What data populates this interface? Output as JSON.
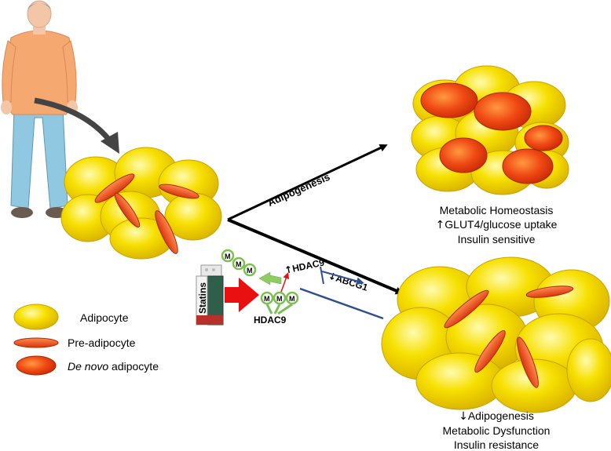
{
  "arrows": {
    "adipogenesis_label": "Adipogenesis"
  },
  "top_outcome": {
    "line1": "Metabolic Homeostasis",
    "line2_symbol": "↑",
    "line2_text": "GLUT4/glucose uptake",
    "line3": "Insulin sensitive"
  },
  "bottom_outcome": {
    "line1_symbol": "↓",
    "line1_text": "Adipogenesis",
    "line2": "Metabolic Dysfunction",
    "line3": "Insulin resistance"
  },
  "mechanism": {
    "statins_label": "Statins",
    "hdac9_up_symbol": "↑",
    "hdac9_up_label": "HDAC9",
    "abcg1_down_symbol": "↓",
    "abcg1_label": "ABCG1",
    "hdac9_complex_label": "HDAC9",
    "m_letter": "M"
  },
  "legend": {
    "adipocyte": "Adipocyte",
    "pre_adipocyte": "Pre-adipocyte",
    "de_novo_italic": "De novo",
    "de_novo_rest": " adipocyte"
  },
  "colors": {
    "adipocyte_fill": "#f5dc00",
    "adipocyte_stroke": "#c8a400",
    "pre_adipocyte_fill": "#e8461e",
    "de_novo_fill": "#f04a14",
    "m_ball": "#7cc050",
    "inhibit_line": "#2f4f8f",
    "red_arrow": "#e81010"
  },
  "icons": [
    "person-figure",
    "statin-pill-box",
    "curved-arrow-icon"
  ]
}
